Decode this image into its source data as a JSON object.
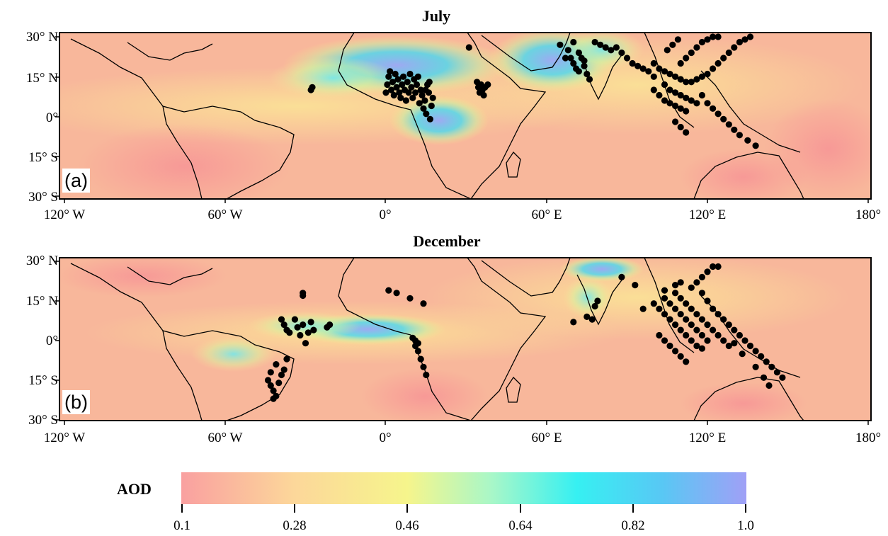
{
  "panels": [
    {
      "id": "a",
      "title": "July",
      "tag": "(a)",
      "y_ticks": [
        "30° N",
        "15° N",
        "0°",
        "15° S",
        "30° S"
      ],
      "x_ticks": [
        "120° W",
        "60° W",
        "0°",
        "60° E",
        "120° E",
        "180°"
      ]
    },
    {
      "id": "b",
      "title": "December",
      "tag": "(b)",
      "y_ticks": [
        "30° N",
        "15° N",
        "0°",
        "15° S",
        "30° S"
      ],
      "x_ticks": [
        "120° W",
        "60° W",
        "0°",
        "60° E",
        "120° E",
        "180°"
      ]
    }
  ],
  "colorbar": {
    "label": "AOD",
    "ticks": [
      "0.1",
      "0.28",
      "0.46",
      "0.64",
      "0.82",
      "1.0"
    ],
    "colors": [
      "#f9a0a0",
      "#fcd79a",
      "#f6f58c",
      "#a8f7c8",
      "#36f0f2",
      "#58c8f4",
      "#a0a0f6"
    ]
  },
  "map_data": {
    "lon_range": [
      -120,
      180
    ],
    "lat_range": [
      -30,
      30
    ],
    "background_color": "#f8b79b",
    "sites_july": [
      [
        -28,
        10
      ],
      [
        -27.5,
        11
      ],
      [
        0,
        9
      ],
      [
        0.5,
        12
      ],
      [
        1,
        15
      ],
      [
        1.5,
        17
      ],
      [
        2,
        10
      ],
      [
        2.5,
        13
      ],
      [
        3,
        8
      ],
      [
        3.5,
        16
      ],
      [
        4,
        11
      ],
      [
        4.5,
        14
      ],
      [
        5,
        9
      ],
      [
        5.5,
        7
      ],
      [
        6,
        12
      ],
      [
        6.5,
        15
      ],
      [
        7,
        10
      ],
      [
        7.5,
        6
      ],
      [
        8,
        13
      ],
      [
        8.5,
        9
      ],
      [
        9,
        16
      ],
      [
        9.5,
        11
      ],
      [
        10,
        7
      ],
      [
        10.5,
        14
      ],
      [
        11,
        9
      ],
      [
        11.5,
        12
      ],
      [
        12,
        15
      ],
      [
        12.5,
        5
      ],
      [
        13,
        10
      ],
      [
        13.5,
        8
      ],
      [
        14,
        3
      ],
      [
        14.5,
        6
      ],
      [
        15,
        1
      ],
      [
        15.5,
        12
      ],
      [
        16,
        9
      ],
      [
        16.5,
        -1
      ],
      [
        17,
        4
      ],
      [
        17.5,
        7
      ],
      [
        14.8,
        10
      ],
      [
        16.2,
        13
      ],
      [
        31,
        26
      ],
      [
        34,
        13
      ],
      [
        34.5,
        11
      ],
      [
        35,
        9
      ],
      [
        35.5,
        12
      ],
      [
        36,
        10
      ],
      [
        36.5,
        8
      ],
      [
        37,
        11
      ],
      [
        38,
        12
      ],
      [
        65,
        27
      ],
      [
        68,
        25
      ],
      [
        69,
        22
      ],
      [
        70,
        20
      ],
      [
        71,
        18
      ],
      [
        72,
        17
      ],
      [
        73,
        22
      ],
      [
        74,
        19
      ],
      [
        75,
        16
      ],
      [
        76,
        14
      ],
      [
        70,
        28
      ],
      [
        72,
        24
      ],
      [
        74,
        21
      ],
      [
        67,
        22
      ],
      [
        78,
        28
      ],
      [
        80,
        27
      ],
      [
        82,
        26
      ],
      [
        84,
        25
      ],
      [
        86,
        26
      ],
      [
        88,
        24
      ],
      [
        90,
        22
      ],
      [
        92,
        20
      ],
      [
        94,
        19
      ],
      [
        96,
        18
      ],
      [
        98,
        17
      ],
      [
        100,
        15
      ],
      [
        100,
        20
      ],
      [
        102,
        18
      ],
      [
        104,
        17
      ],
      [
        106,
        16
      ],
      [
        108,
        15
      ],
      [
        110,
        14
      ],
      [
        112,
        13
      ],
      [
        114,
        13
      ],
      [
        116,
        14
      ],
      [
        118,
        15
      ],
      [
        120,
        16
      ],
      [
        122,
        18
      ],
      [
        124,
        20
      ],
      [
        126,
        22
      ],
      [
        128,
        24
      ],
      [
        130,
        26
      ],
      [
        132,
        28
      ],
      [
        134,
        29
      ],
      [
        136,
        30
      ],
      [
        100,
        10
      ],
      [
        102,
        8
      ],
      [
        104,
        6
      ],
      [
        106,
        5
      ],
      [
        108,
        4
      ],
      [
        110,
        3
      ],
      [
        112,
        2
      ],
      [
        104,
        12
      ],
      [
        106,
        10
      ],
      [
        108,
        9
      ],
      [
        110,
        8
      ],
      [
        112,
        7
      ],
      [
        114,
        6
      ],
      [
        116,
        5
      ],
      [
        110,
        20
      ],
      [
        112,
        22
      ],
      [
        114,
        24
      ],
      [
        116,
        26
      ],
      [
        118,
        28
      ],
      [
        120,
        29
      ],
      [
        122,
        30
      ],
      [
        124,
        30
      ],
      [
        105,
        25
      ],
      [
        107,
        27
      ],
      [
        109,
        29
      ],
      [
        118,
        8
      ],
      [
        120,
        5
      ],
      [
        122,
        3
      ],
      [
        124,
        1
      ],
      [
        126,
        -1
      ],
      [
        128,
        -3
      ],
      [
        130,
        -5
      ],
      [
        132,
        -7
      ],
      [
        135,
        -9
      ],
      [
        138,
        -11
      ],
      [
        108,
        -2
      ],
      [
        110,
        -4
      ],
      [
        112,
        -6
      ]
    ],
    "sites_december": [
      [
        -31,
        17
      ],
      [
        -31,
        18
      ],
      [
        -39,
        8
      ],
      [
        -38,
        6
      ],
      [
        -37,
        4
      ],
      [
        -36,
        3
      ],
      [
        -34,
        8
      ],
      [
        -33,
        5
      ],
      [
        -32,
        2
      ],
      [
        -31,
        6
      ],
      [
        -30,
        -1
      ],
      [
        -29,
        3
      ],
      [
        -28,
        7
      ],
      [
        -27,
        4
      ],
      [
        -22,
        5
      ],
      [
        -21,
        6
      ],
      [
        -44,
        -15
      ],
      [
        -43,
        -17
      ],
      [
        -42,
        -19
      ],
      [
        -41,
        -21
      ],
      [
        -40,
        -16
      ],
      [
        -39,
        -13
      ],
      [
        -38,
        -11
      ],
      [
        -37,
        -7
      ],
      [
        -43,
        -12
      ],
      [
        -41,
        -9
      ],
      [
        -42,
        -22
      ],
      [
        1,
        19
      ],
      [
        4,
        18
      ],
      [
        9,
        16
      ],
      [
        14,
        14
      ],
      [
        10,
        1
      ],
      [
        11,
        -2
      ],
      [
        12,
        -4
      ],
      [
        13,
        -7
      ],
      [
        14,
        -10
      ],
      [
        15,
        -13
      ],
      [
        11,
        0
      ],
      [
        12,
        -1
      ],
      [
        70,
        7
      ],
      [
        75,
        9
      ],
      [
        77,
        8
      ],
      [
        78,
        13
      ],
      [
        79,
        15
      ],
      [
        88,
        24
      ],
      [
        93,
        21
      ],
      [
        96,
        12
      ],
      [
        104,
        19
      ],
      [
        108,
        21
      ],
      [
        110,
        22
      ],
      [
        114,
        20
      ],
      [
        116,
        22
      ],
      [
        118,
        24
      ],
      [
        120,
        26
      ],
      [
        122,
        28
      ],
      [
        124,
        28
      ],
      [
        100,
        14
      ],
      [
        102,
        12
      ],
      [
        104,
        10
      ],
      [
        106,
        8
      ],
      [
        108,
        6
      ],
      [
        110,
        4
      ],
      [
        112,
        2
      ],
      [
        114,
        0
      ],
      [
        116,
        -2
      ],
      [
        118,
        -3
      ],
      [
        104,
        16
      ],
      [
        106,
        14
      ],
      [
        108,
        12
      ],
      [
        110,
        10
      ],
      [
        112,
        8
      ],
      [
        114,
        6
      ],
      [
        116,
        4
      ],
      [
        118,
        2
      ],
      [
        120,
        0
      ],
      [
        108,
        18
      ],
      [
        110,
        16
      ],
      [
        112,
        14
      ],
      [
        114,
        12
      ],
      [
        116,
        10
      ],
      [
        118,
        8
      ],
      [
        120,
        6
      ],
      [
        122,
        4
      ],
      [
        124,
        2
      ],
      [
        126,
        0
      ],
      [
        128,
        -2
      ],
      [
        118,
        18
      ],
      [
        120,
        15
      ],
      [
        122,
        12
      ],
      [
        124,
        10
      ],
      [
        126,
        8
      ],
      [
        128,
        6
      ],
      [
        130,
        4
      ],
      [
        132,
        2
      ],
      [
        134,
        0
      ],
      [
        136,
        -2
      ],
      [
        138,
        -4
      ],
      [
        140,
        -6
      ],
      [
        142,
        -8
      ],
      [
        144,
        -10
      ],
      [
        146,
        -12
      ],
      [
        148,
        -14
      ],
      [
        102,
        2
      ],
      [
        104,
        0
      ],
      [
        106,
        -2
      ],
      [
        108,
        -4
      ],
      [
        110,
        -6
      ],
      [
        112,
        -8
      ],
      [
        130,
        -1
      ],
      [
        133,
        -5
      ],
      [
        138,
        -10
      ],
      [
        141,
        -14
      ],
      [
        143,
        -17
      ]
    ]
  }
}
